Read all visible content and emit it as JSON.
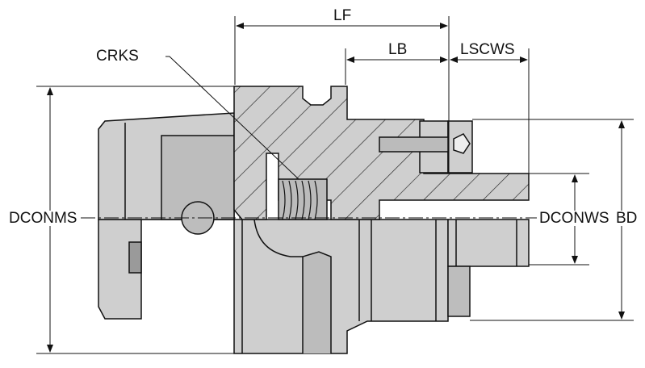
{
  "labels": {
    "lf": "LF",
    "lb": "LB",
    "lscws": "LSCWS",
    "crks": "CRKS",
    "dconms": "DCONMS",
    "dconws": "DCONWS",
    "bd": "BD"
  },
  "colors": {
    "body": "#cfcfcf",
    "body_dark": "#a9a9a9",
    "line": "#111111"
  }
}
